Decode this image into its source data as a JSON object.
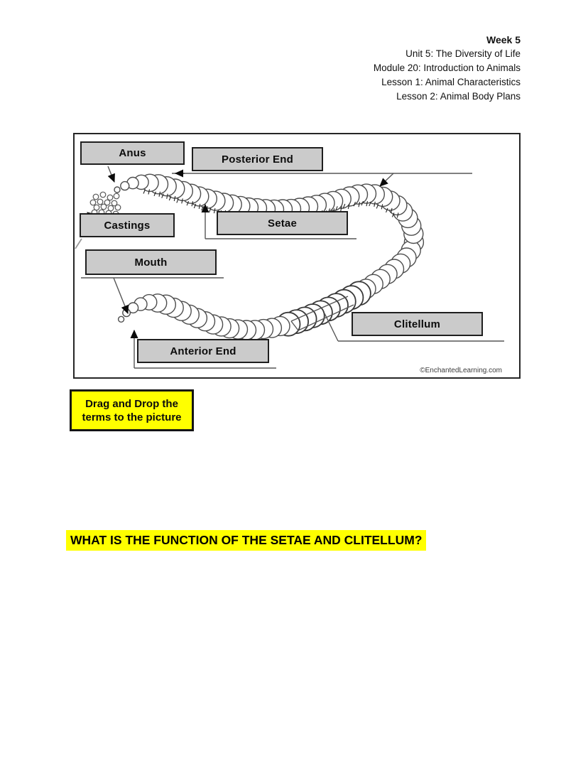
{
  "header": {
    "lines": [
      "Week 5",
      "Unit 5: The Diversity of Life",
      "Module 20: Introduction to Animals",
      "Lesson 1: Animal Characteristics",
      "Lesson 2: Animal Body Plans"
    ]
  },
  "diagram": {
    "labels": {
      "anus": "Anus",
      "posterior_end": "Posterior End",
      "castings": "Castings",
      "setae": "Setae",
      "mouth": "Mouth",
      "clitellum": "Clitellum",
      "anterior_end": "Anterior End"
    },
    "credit": "©EnchantedLearning.com"
  },
  "instruction": {
    "line1": "Drag and Drop the",
    "line2": "terms to the picture"
  },
  "question": {
    "text": "WHAT IS THE FUNCTION OF THE SETAE AND CLITELLUM?"
  },
  "colors": {
    "highlight": "#ffff00",
    "term_box_fill": "#cbcbcb",
    "term_box_border": "#1f1f1f"
  }
}
